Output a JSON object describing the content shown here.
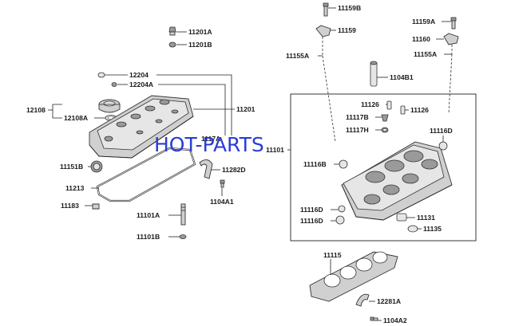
{
  "watermark": "HOT-PARTS",
  "labels": {
    "p11201A": "11201A",
    "p11201B": "11201B",
    "p12204": "12204",
    "p12204A": "12204A",
    "p12108": "12108",
    "p12108A": "12108A",
    "p11201": "11201",
    "p1117A": "1117A",
    "p11151B": "11151B",
    "p11282D": "11282D",
    "p11213": "11213",
    "p1104A1": "1104A1",
    "p11183": "11183",
    "p11101A": "11101A",
    "p11101B": "11101B",
    "p11159B": "11159B",
    "p11159": "11159",
    "p11155A_l": "11155A",
    "p11159A": "11159A",
    "p11160": "11160",
    "p11155A_r": "11155A",
    "p1104B1": "1104B1",
    "p11126_l": "11126",
    "p11126_r": "11126",
    "p11117B": "11117B",
    "p11117H": "11117H",
    "p11116D_r": "11116D",
    "p11101": "11101",
    "p11116B": "11116B",
    "p11116D_l1": "11116D",
    "p11116D_l2": "11116D",
    "p11131": "11131",
    "p11135": "11135",
    "p11115": "11115",
    "p12281A": "12281A",
    "p1104A2": "1104A2"
  }
}
